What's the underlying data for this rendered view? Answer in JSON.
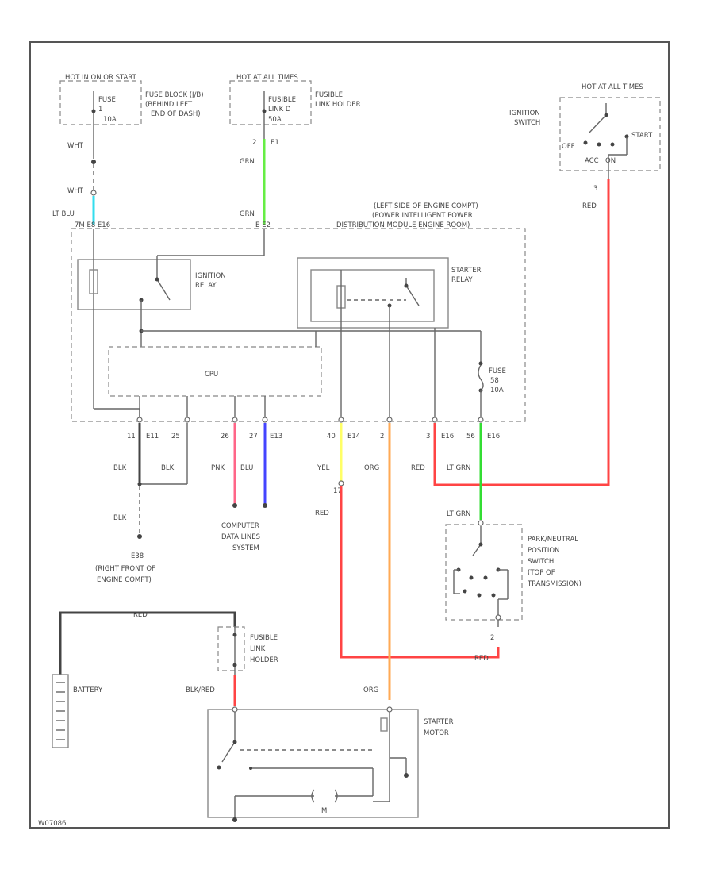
{
  "colors": {
    "lt_blu": "#33ddee",
    "grn": "#66ee44",
    "red": "#ff4444",
    "yel": "#ffff66",
    "org": "#ffaa55",
    "lt_grn": "#33dd33",
    "pnk": "#ff6688",
    "blu": "#4444ff",
    "blk": "#444444"
  },
  "labels": {
    "hot_run_start": "HOT IN ON OR START",
    "fuse_top": "FUSE",
    "fuse_top_num": "1",
    "fuse_top_amp": "10A",
    "fuse_block": "FUSE BLOCK (J/B)",
    "fuse_block_loc1": "(BEHIND LEFT",
    "fuse_block_loc2": "END OF DASH)",
    "hot_at_all_times_1": "HOT AT ALL TIMES",
    "fusible_link": "FUSIBLE",
    "fusible_link_2": "LINK D",
    "fusible_link_amp": "50A",
    "fusible_link_holder_1": "FUSIBLE",
    "fusible_link_holder_2": "LINK HOLDER",
    "pin_2": "2",
    "pin_e1": "E1",
    "hot_at_all_times_2": "HOT AT ALL TIMES",
    "ignition_switch_1": "IGNITION",
    "ignition_switch_2": "SWITCH",
    "sw_off": "OFF",
    "sw_start": "START",
    "sw_acc": "ACC",
    "sw_on": "ON",
    "pin_ign_3": "3",
    "wire_red_1": "RED",
    "wire_wht_1": "WHT",
    "wire_grn_1": "GRN",
    "wire_wht_2": "WHT",
    "wire_grn_2": "GRN",
    "wire_lt_blu": "LT BLU",
    "conn_left": "7M  E8  E16",
    "conn_mid": "E  E2",
    "ipdm_1": "(LEFT SIDE OF ENGINE COMPT)",
    "ipdm_2": "(POWER INTELLIGENT POWER",
    "ipdm_3": "DISTRIBUTION MODULE ENGINE ROOM)",
    "ign_relay_1": "IGNITION",
    "ign_relay_2": "RELAY",
    "starter_relay_1": "STARTER",
    "starter_relay_2": "RELAY",
    "cpu": "CPU",
    "fuse_ipdm": "FUSE",
    "fuse_ipdm_num": "58",
    "fuse_ipdm_amp": "10A",
    "pin_11": "11",
    "pin_e11": "E11",
    "pin_25": "25",
    "pin_26": "26",
    "pin_27": "27",
    "pin_e13": "E13",
    "pin_40": "40",
    "pin_e14": "E14",
    "pin_2b": "2",
    "pin_3": "3",
    "pin_e16": "E16",
    "pin_56": "56",
    "pin_e16b": "E16",
    "wire_blk_1": "BLK",
    "wire_blk_2": "BLK",
    "wire_blk_3": "BLK",
    "wire_pnk": "PNK",
    "wire_blu": "BLU",
    "wire_yel": "YEL",
    "wire_org_1": "ORG",
    "wire_red_2": "RED",
    "wire_lt_grn_1": "LT GRN",
    "pin_17": "17",
    "wire_red_3": "RED",
    "ground": "E38",
    "ground_loc1": "(RIGHT FRONT OF",
    "ground_loc2": "ENGINE COMPT)",
    "cdl_1": "COMPUTER",
    "cdl_2": "DATA LINES",
    "cdl_3": "SYSTEM",
    "wire_lt_grn_2": "LT GRN",
    "pnp_1": "PARK/NEUTRAL",
    "pnp_2": "POSITION",
    "pnp_3": "SWITCH",
    "pnp_4": "(TOP OF",
    "pnp_5": "TRANSMISSION)",
    "pin_pnp_2": "2",
    "wire_red_4": "RED",
    "wire_red_5": "RED",
    "fusible_holder2_1": "FUSIBLE",
    "fusible_holder2_2": "LINK",
    "fusible_holder2_3": "HOLDER",
    "battery": "BATTERY",
    "wire_blk_red": "BLK/RED",
    "wire_org_2": "ORG",
    "starter_motor_1": "STARTER",
    "starter_motor_2": "MOTOR",
    "motor_m": "M",
    "footer_code": "W07086"
  }
}
